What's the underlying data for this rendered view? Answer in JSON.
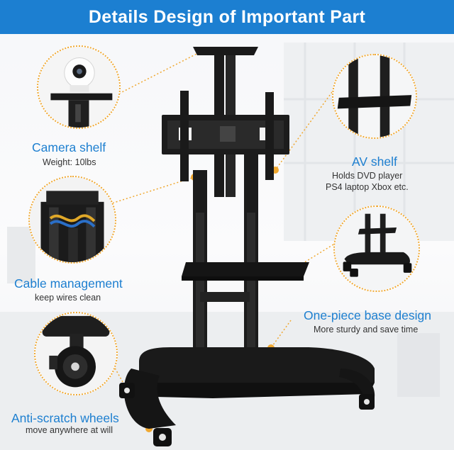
{
  "banner": {
    "title": "Details Design of Important Part"
  },
  "features": {
    "camera_shelf": {
      "title": "Camera shelf",
      "subtitle": "Weight: 10lbs"
    },
    "av_shelf": {
      "title": "AV shelf",
      "subtitle_line1": "Holds DVD player",
      "subtitle_line2": "PS4 laptop Xbox etc."
    },
    "cable_management": {
      "title": "Cable management",
      "subtitle": "keep wires clean"
    },
    "base_design": {
      "title": "One-piece base design",
      "subtitle": "More sturdy and save time"
    },
    "wheels": {
      "title": "Anti-scratch wheels",
      "subtitle": "move anywhere at will"
    }
  },
  "colors": {
    "banner": "#1c7fd1",
    "accent_title": "#1d7fd0",
    "callout": "#f0a830",
    "stand": "#1a1a1a"
  }
}
